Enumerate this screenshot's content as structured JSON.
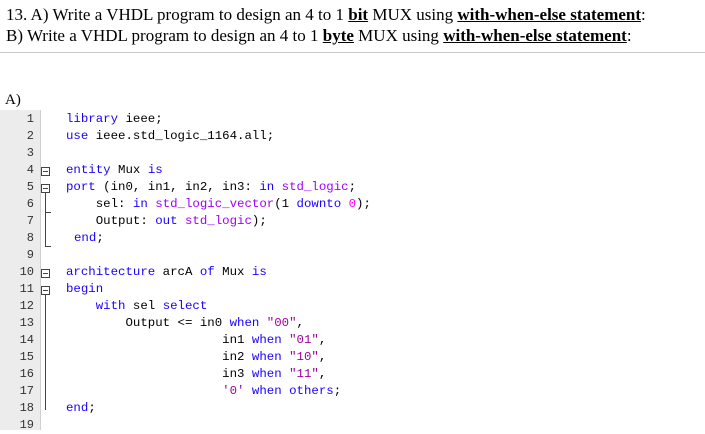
{
  "question": {
    "line1_pre": "13.  A) Write a VHDL program to design an 4 to 1 ",
    "line1_bold": "bit",
    "line1_mid": " MUX using ",
    "line1_stmt": "with-when-else statement",
    "line1_end": ":",
    "line2_pre": "B) Write a VHDL program to design an 4 to 1 ",
    "line2_bold": "byte",
    "line2_mid": " MUX using ",
    "line2_stmt": "with-when-else statement",
    "line2_end": ":"
  },
  "part_label": "A)",
  "code_lines": [
    {
      "num": "1"
    },
    {
      "num": "2"
    },
    {
      "num": "3"
    },
    {
      "num": "4"
    },
    {
      "num": "5"
    },
    {
      "num": "6"
    },
    {
      "num": "7"
    },
    {
      "num": "8"
    },
    {
      "num": "9"
    },
    {
      "num": "10"
    },
    {
      "num": "11"
    },
    {
      "num": "12"
    },
    {
      "num": "13"
    },
    {
      "num": "14"
    },
    {
      "num": "15"
    },
    {
      "num": "16"
    },
    {
      "num": "17"
    },
    {
      "num": "18"
    },
    {
      "num": "19"
    }
  ],
  "code": {
    "l1_kw": "library",
    "l1_rest": " ieee;",
    "l2_kw": "use",
    "l2_rest": " ieee.std_logic_1164.all;",
    "l4_kw1": "entity",
    "l4_mid": " Mux ",
    "l4_kw2": "is",
    "l5_kw1": "port",
    "l5_mid": " (in0, in1, in2, in3: ",
    "l5_kw2": "in",
    "l5_sp": " ",
    "l5_typ": "std_logic",
    "l5_end": ";",
    "l6_pre": "    sel: ",
    "l6_kw": "in",
    "l6_sp": " ",
    "l6_typ": "std_logic_vector",
    "l6_mid": "(1 ",
    "l6_kw2": "downto",
    "l6_sp2": " ",
    "l6_num": "0",
    "l6_end": ");",
    "l7_pre": "    Output: ",
    "l7_kw": "out",
    "l7_sp": " ",
    "l7_typ": "std_logic",
    "l7_end": ");",
    "l8_kw": "end",
    "l8_end": ";",
    "l10_kw1": "architecture",
    "l10_mid": " arcA ",
    "l10_kw2": "of",
    "l10_mid2": " Mux ",
    "l10_kw3": "is",
    "l11_kw": "begin",
    "l12_pre": "    ",
    "l12_kw1": "with",
    "l12_mid": " sel ",
    "l12_kw2": "select",
    "l13_pre": "        Output <= in0 ",
    "l13_kw": "when",
    "l13_sp": " ",
    "l13_str": "\"00\"",
    "l13_end": ",",
    "l14_pre": "                     in1 ",
    "l14_kw": "when",
    "l14_sp": " ",
    "l14_str": "\"01\"",
    "l14_end": ",",
    "l15_pre": "                     in2 ",
    "l15_kw": "when",
    "l15_sp": " ",
    "l15_str": "\"10\"",
    "l15_end": ",",
    "l16_pre": "                     in3 ",
    "l16_kw": "when",
    "l16_sp": " ",
    "l16_str": "\"11\"",
    "l16_end": ",",
    "l17_pre": "                     ",
    "l17_str": "'0'",
    "l17_sp": " ",
    "l17_kw": "when",
    "l17_sp2": " ",
    "l17_kw2": "others",
    "l17_end": ";",
    "l18_kw": "end",
    "l18_end": ";"
  },
  "colors": {
    "keyword": "#1a00ff",
    "type": "#a000ff",
    "string": "#a000a0",
    "number": "#ff00ff",
    "gutter": "#ececec"
  }
}
